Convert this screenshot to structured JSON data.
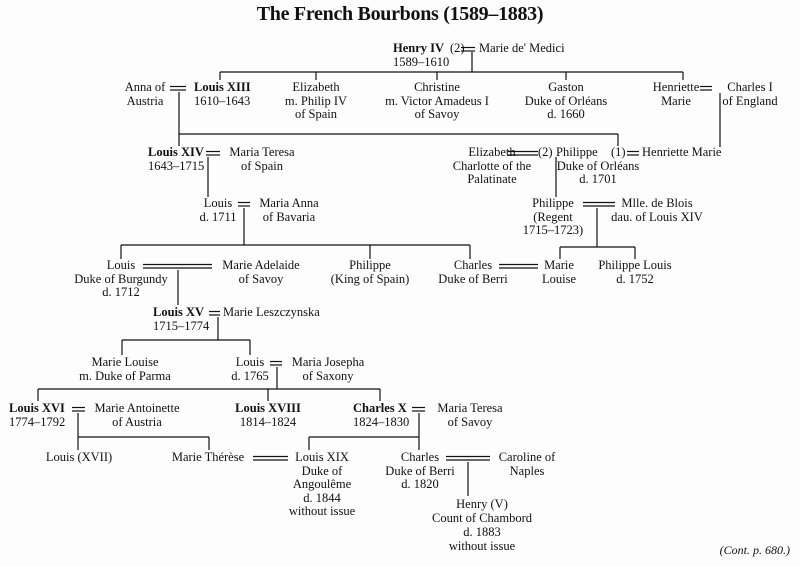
{
  "title": "The French Bourbons (1589–1883)",
  "continuation": "(Cont. p. 680.)",
  "nodes": {
    "henry_iv": [
      "Henry IV",
      "1589–1610"
    ],
    "henry_marriage_no": [
      "(2)"
    ],
    "marie_de_medici": [
      "Marie de' Medici"
    ],
    "anna_of_austria": [
      "Anna of",
      "Austria"
    ],
    "louis_xiii": [
      "Louis XIII",
      "1610–1643"
    ],
    "elizabeth_spain": [
      "Elizabeth",
      "m. Philip IV",
      "of Spain"
    ],
    "christine": [
      "Christine",
      "m. Victor Amadeus I",
      "of Savoy"
    ],
    "gaston": [
      "Gaston",
      "Duke of Orléans",
      "d. 1660"
    ],
    "henriette_marie": [
      "Henriette",
      "Marie"
    ],
    "charles_i": [
      "Charles I",
      "of England"
    ],
    "louis_xiv": [
      "Louis XIV",
      "1643–1715"
    ],
    "maria_teresa_spain": [
      "Maria Teresa",
      "of Spain"
    ],
    "elizabeth_charlotte": [
      "Elizabeth",
      "Charlotte of the",
      "Palatinate"
    ],
    "philippe_marriage_no2": [
      "(2)"
    ],
    "philippe_orleans": [
      "Philippe",
      "Duke of Orléans",
      "d. 1701"
    ],
    "philippe_marriage_no1": [
      "(1)"
    ],
    "henriette_marie_2": [
      "Henriette Marie"
    ],
    "louis_dauphin": [
      "Louis",
      "d. 1711"
    ],
    "maria_anna": [
      "Maria Anna",
      "of Bavaria"
    ],
    "philippe_regent": [
      "Philippe",
      "(Regent",
      "1715–1723)"
    ],
    "mlle_de_blois": [
      "Mlle. de Blois",
      "dau. of Louis XIV"
    ],
    "louis_burgundy": [
      "Louis",
      "Duke of Burgundy",
      "d. 1712"
    ],
    "marie_adelaide": [
      "Marie Adelaide",
      "of Savoy"
    ],
    "philippe_spain": [
      "Philippe",
      "(King of Spain)"
    ],
    "charles_berri_1": [
      "Charles",
      "Duke of Berri"
    ],
    "marie_louise_orleans": [
      "Marie",
      "Louise"
    ],
    "philippe_louis": [
      "Philippe Louis",
      "d. 1752"
    ],
    "louis_xv": [
      "Louis XV",
      "1715–1774"
    ],
    "marie_leszczynska": [
      "Marie Leszczynska"
    ],
    "marie_louise_parma": [
      "Marie Louise",
      "m. Duke of Parma"
    ],
    "louis_1765": [
      "Louis",
      "d. 1765"
    ],
    "maria_josepha": [
      "Maria Josepha",
      "of Saxony"
    ],
    "louis_xvi": [
      "Louis XVI",
      "1774–1792"
    ],
    "marie_antoinette": [
      "Marie Antoinette",
      "of Austria"
    ],
    "louis_xviii": [
      "Louis XVIII",
      "1814–1824"
    ],
    "charles_x": [
      "Charles X",
      "1824–1830"
    ],
    "maria_teresa_savoy": [
      "Maria Teresa",
      "of Savoy"
    ],
    "louis_xvii": [
      "Louis (XVII)"
    ],
    "marie_therese": [
      "Marie Thérèse"
    ],
    "louis_xix": [
      "Louis XIX",
      "Duke of",
      "Angoulême",
      "d. 1844",
      "without issue"
    ],
    "charles_berri_2": [
      "Charles",
      "Duke of Berri",
      "d. 1820"
    ],
    "caroline_naples": [
      "Caroline of",
      "Naples"
    ],
    "henry_v": [
      "Henry (V)",
      "Count of Chambord",
      "d. 1883",
      "without issue"
    ]
  }
}
